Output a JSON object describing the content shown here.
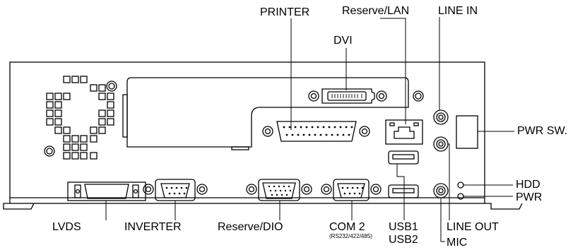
{
  "labels": {
    "printer": "PRINTER",
    "reserve_lan": "Reserve/LAN",
    "line_in": "LINE IN",
    "dvi": "DVI",
    "pwr_sw": "PWR SW.",
    "hdd": "HDD",
    "pwr": "PWR",
    "lvds": "LVDS",
    "inverter": "INVERTER",
    "reserve_dio": "Reserve/DIO",
    "com2": "COM 2",
    "com2_sub": "(RS232/422/485)",
    "usb1": "USB1",
    "usb2": "USB2",
    "line_out": "LINE OUT",
    "mic": "MIC"
  },
  "colors": {
    "line": "#000000",
    "background": "#ffffff"
  }
}
